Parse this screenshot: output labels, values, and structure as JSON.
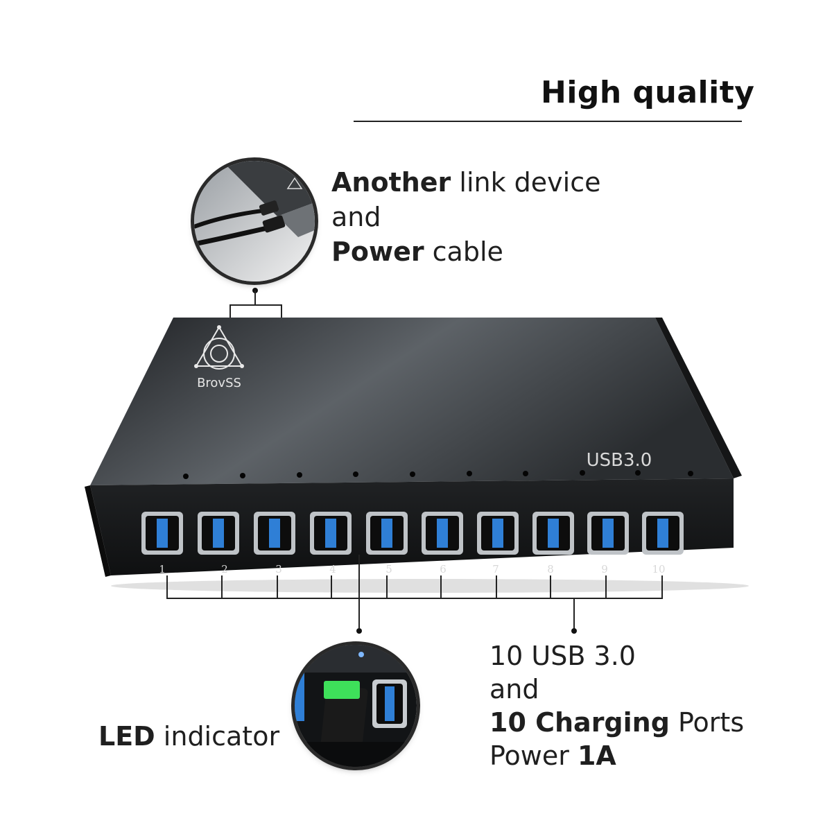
{
  "header": {
    "title": "High quality"
  },
  "device": {
    "brand": "BrovSS",
    "model_label": "USB3.0",
    "port_numbers": [
      "1",
      "2",
      "3",
      "4",
      "5",
      "6",
      "7",
      "8",
      "9",
      "10"
    ]
  },
  "callouts": {
    "link": {
      "line1_bold": "Another",
      "line1_rest": " link device",
      "line2": "and",
      "line3_bold": "Power",
      "line3_rest": " cable"
    },
    "ports": {
      "line1": "10 USB 3.0",
      "line2": "and",
      "line3_bold": "10 Charging",
      "line3_rest": " Ports",
      "line4_regular": "Power ",
      "line4_bold": "1A"
    },
    "led": {
      "label_bold": "LED",
      "label_rest": " indicator"
    }
  },
  "colors": {
    "usb_blue": "#2f7fd6",
    "led_green": "#3ee05a",
    "body_dark": "#1c1e20"
  }
}
